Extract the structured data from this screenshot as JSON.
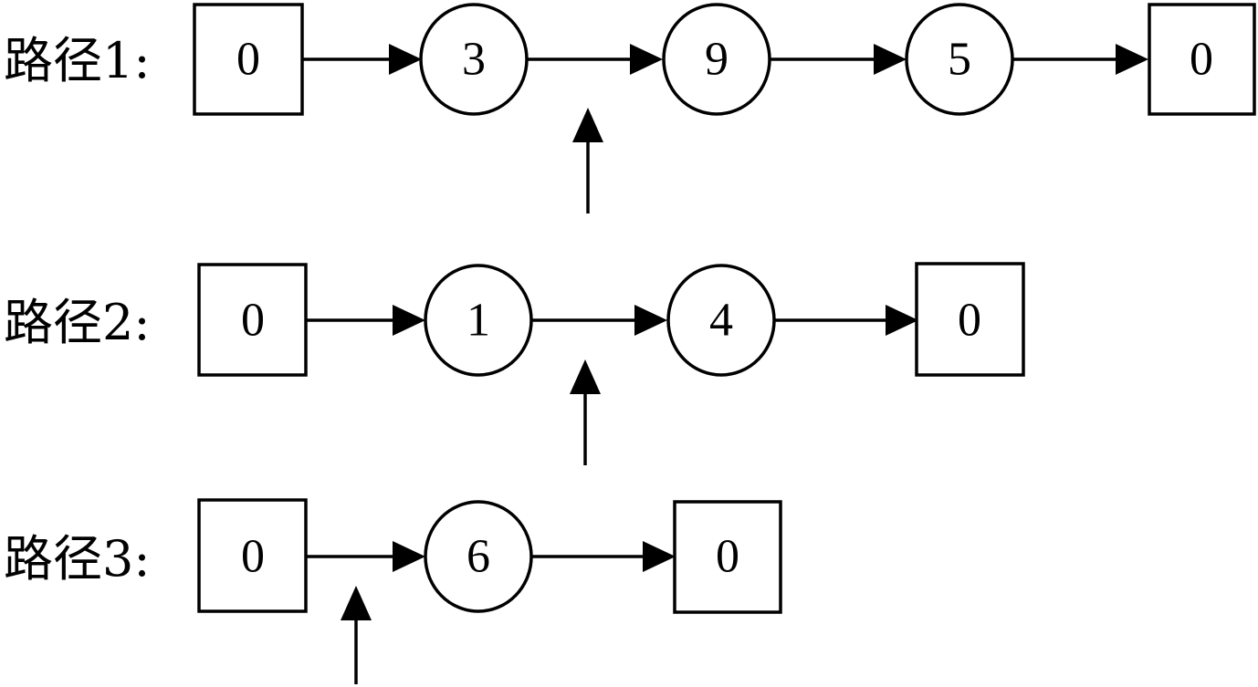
{
  "routes": [
    {
      "label": "路径1:",
      "nodes": [
        "0",
        "3",
        "9",
        "5",
        "0"
      ]
    },
    {
      "label": "路径2:",
      "nodes": [
        "0",
        "1",
        "4",
        "0"
      ]
    },
    {
      "label": "路径3:",
      "nodes": [
        "0",
        "6",
        "0"
      ]
    }
  ],
  "depot_shape": "square",
  "customer_shape": "circle",
  "colors": {
    "stroke": "#000000",
    "background": "#ffffff"
  }
}
